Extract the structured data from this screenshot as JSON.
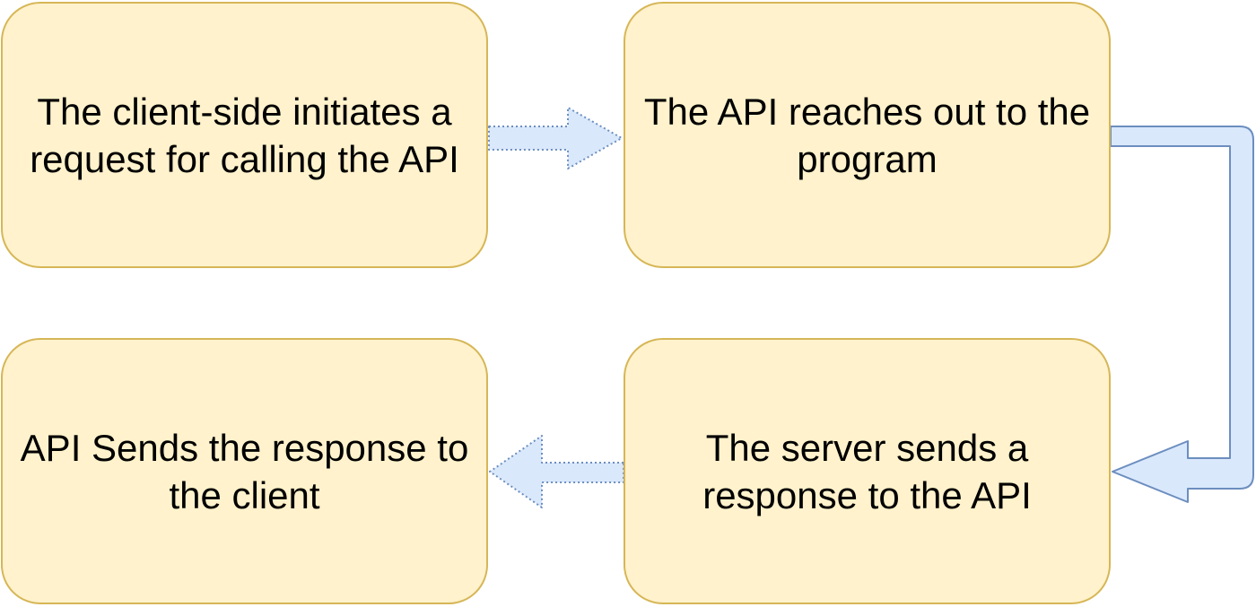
{
  "colors": {
    "box_fill": "#fff2cc",
    "box_border": "#d6b656",
    "arrow_fill": "#dae8fc",
    "arrow_border": "#6c8ebf",
    "text": "#000000"
  },
  "steps": [
    {
      "label": "The client-side initiates a request for calling the API"
    },
    {
      "label": "The API reaches out to the program"
    },
    {
      "label": "The server sends a response to the API"
    },
    {
      "label": "API Sends the response to the client"
    }
  ],
  "arrows": [
    {
      "from_step": 1,
      "to_step": 2,
      "style": "dotted",
      "direction": "right"
    },
    {
      "from_step": 2,
      "to_step": 3,
      "style": "solid",
      "direction": "down-then-left"
    },
    {
      "from_step": 3,
      "to_step": 4,
      "style": "dotted",
      "direction": "left"
    }
  ]
}
